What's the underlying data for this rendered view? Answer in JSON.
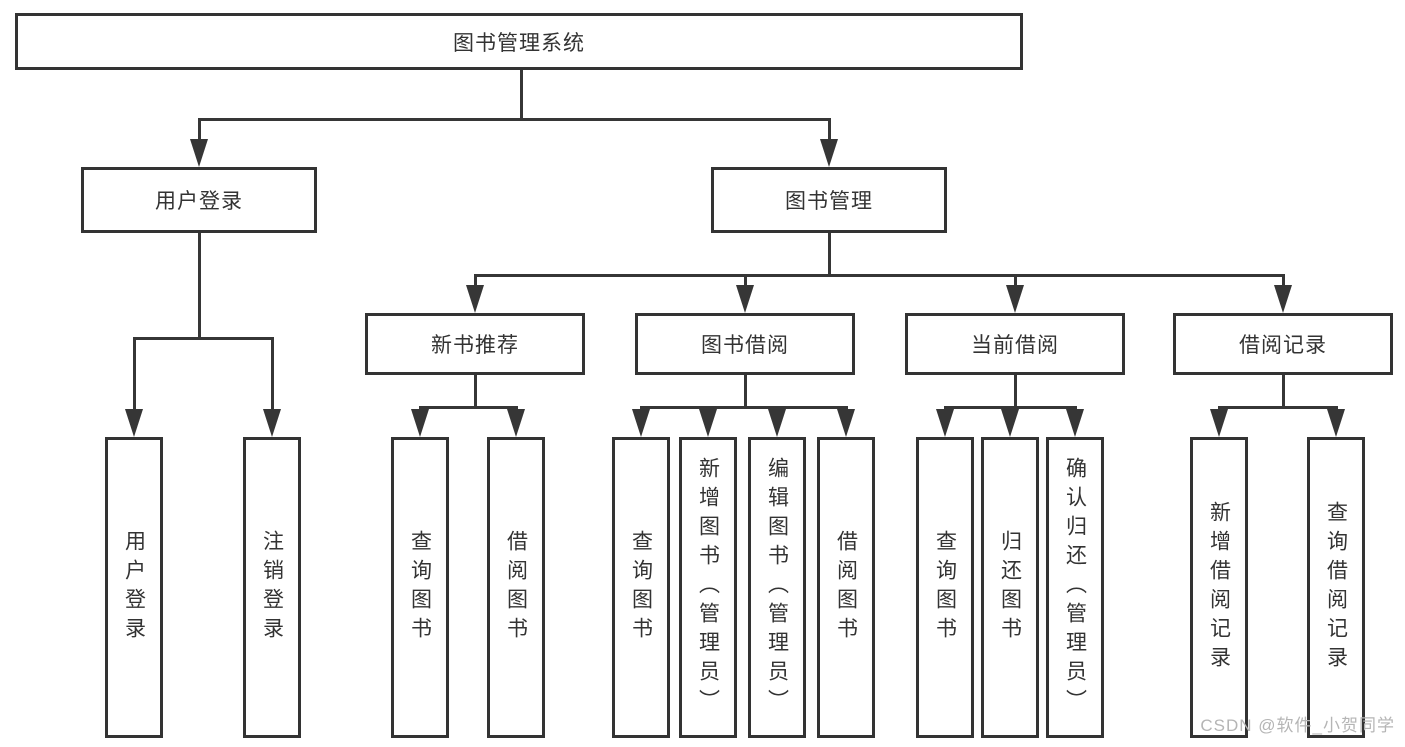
{
  "tree": {
    "root": {
      "label": "图书管理系统"
    },
    "branches": [
      {
        "label": "用户登录",
        "children": [
          {
            "label": "用户登录"
          },
          {
            "label": "注销登录"
          }
        ]
      },
      {
        "label": "图书管理",
        "children": [
          {
            "label": "新书推荐",
            "children": [
              {
                "label": "查询图书"
              },
              {
                "label": "借阅图书"
              }
            ]
          },
          {
            "label": "图书借阅",
            "children": [
              {
                "label": "查询图书"
              },
              {
                "label": "新增图书（管理员）"
              },
              {
                "label": "编辑图书（管理员）"
              },
              {
                "label": "借阅图书"
              }
            ]
          },
          {
            "label": "当前借阅",
            "children": [
              {
                "label": "查询图书"
              },
              {
                "label": "归还图书"
              },
              {
                "label": "确认归还（管理员）"
              }
            ]
          },
          {
            "label": "借阅记录",
            "children": [
              {
                "label": "新增借阅记录"
              },
              {
                "label": "查询借阅记录"
              }
            ]
          }
        ]
      }
    ]
  },
  "watermark": {
    "text": "CSDN @软件_小贺同学"
  },
  "colors": {
    "line": "#363636",
    "box_border": "#333333",
    "text": "#333333",
    "background": "#ffffff",
    "watermark": "#b5b5b5"
  }
}
